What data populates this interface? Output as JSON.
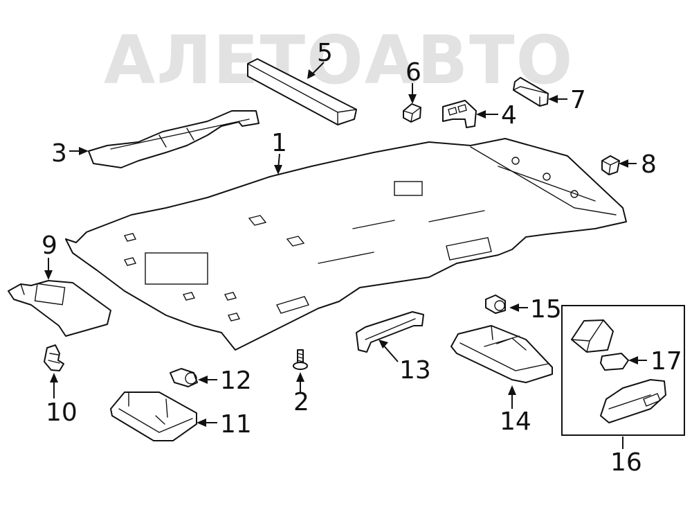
{
  "watermark": {
    "text": "АЛЕТОАВТО"
  },
  "callouts": {
    "c1": "1",
    "c2": "2",
    "c3": "3",
    "c4": "4",
    "c5": "5",
    "c6": "6",
    "c7": "7",
    "c8": "8",
    "c9": "9",
    "c10": "10",
    "c11": "11",
    "c12": "12",
    "c13": "13",
    "c14": "14",
    "c15": "15",
    "c16": "16",
    "c17": "17"
  },
  "colors": {
    "line": "#111111",
    "watermark": "#e2e2e2",
    "background": "#ffffff"
  }
}
